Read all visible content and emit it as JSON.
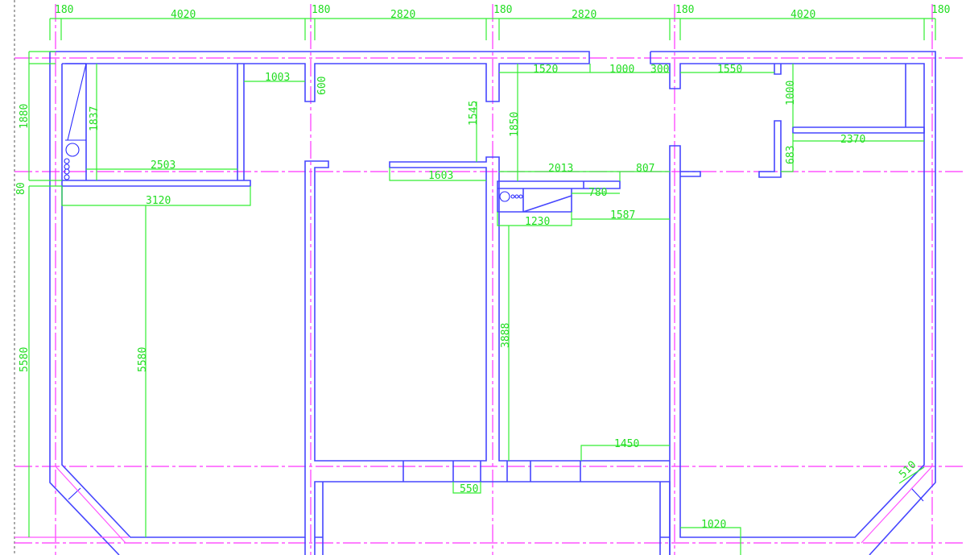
{
  "colors": {
    "wall": "#4646ff",
    "axis": "#ff33ff",
    "dimension": "#33ee33"
  },
  "dimensions": {
    "top": [
      "180",
      "4020",
      "180",
      "2820",
      "180",
      "2820",
      "180",
      "4020",
      "180"
    ],
    "left": [
      "1880",
      "80",
      "5580"
    ],
    "room1": {
      "kitchen_height": "1837",
      "kitchen_width": "2503",
      "counter_width": "3120",
      "door_offset": "1003",
      "room_height": "5580"
    },
    "room2": {
      "stub": "600",
      "right_height": "1545",
      "shelf": "1603"
    },
    "room3": {
      "top_a": "1520",
      "top_b": "1000",
      "top_c": "300",
      "left_height": "1850",
      "counter": "2013",
      "gap": "807",
      "depth": "780",
      "appliance": "1230",
      "offset": "1587",
      "height": "3888",
      "bottom": "1450"
    },
    "room4": {
      "top": "1550",
      "side": "1000",
      "shelf": "2370",
      "stub": "683",
      "bottom": "1020",
      "diagonal": "510"
    },
    "corridor": {
      "opening": "550"
    }
  }
}
